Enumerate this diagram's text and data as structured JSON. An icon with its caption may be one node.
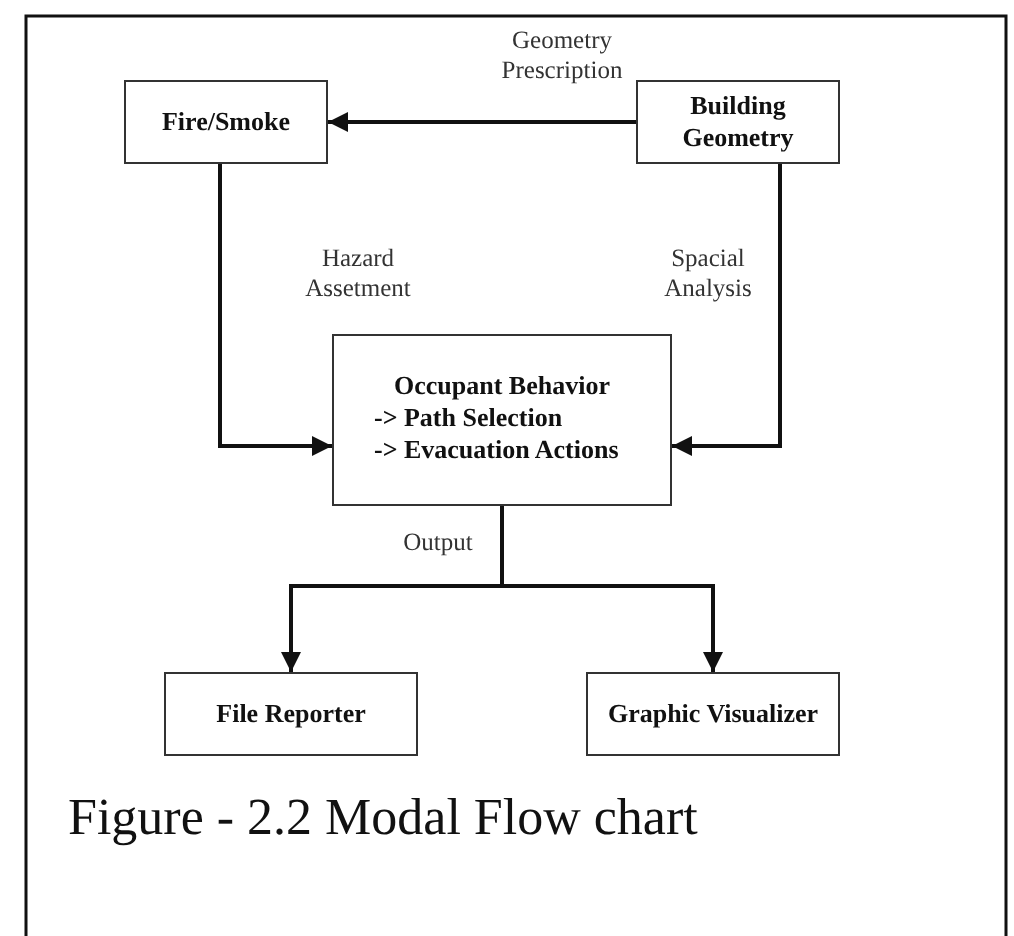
{
  "diagram": {
    "caption": "Figure - 2.2 Modal Flow chart",
    "nodes": [
      {
        "text": [
          "Fire/Smoke"
        ]
      },
      {
        "text": [
          "Building Geometry"
        ]
      },
      {
        "text": [
          "Occupant Behavior",
          "-> Path Selection",
          "-> Evacuation Actions"
        ]
      },
      {
        "text": [
          "File Reporter"
        ]
      },
      {
        "text": [
          "Graphic Visualizer"
        ]
      }
    ],
    "edges": [
      {
        "from": 1,
        "to": 0,
        "arrow": "to",
        "label": "Geometry Prescription"
      },
      {
        "from": 0,
        "to": 2,
        "arrow": "to",
        "label": "Hazard Assetment"
      },
      {
        "from": 1,
        "to": 2,
        "arrow": "to",
        "label": "Spacial Analysis"
      },
      {
        "from": 2,
        "to": 3,
        "arrow": "to",
        "label": "Output"
      },
      {
        "from": 2,
        "to": 4,
        "arrow": "to"
      }
    ]
  }
}
